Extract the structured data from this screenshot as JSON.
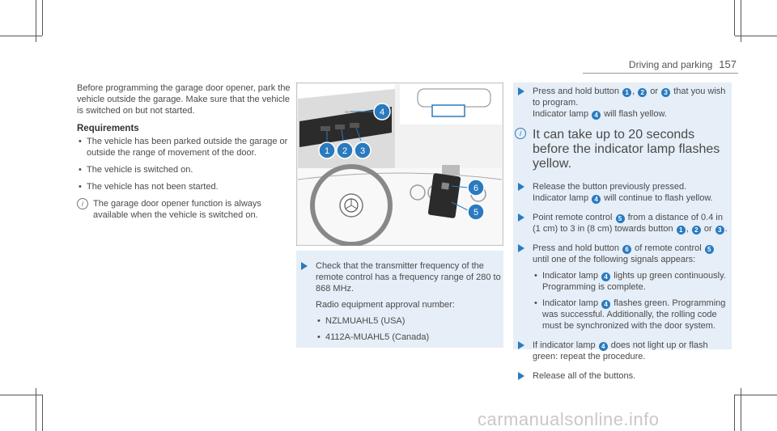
{
  "header": {
    "section": "Driving and parking",
    "page": "157"
  },
  "col1": {
    "intro": "Before programming the garage door opener, park the vehicle outside the garage. Make sure that the vehicle is switched on but not started.",
    "requirements_title": "Requirements",
    "requirements": [
      "The vehicle has been parked outside the garage or outside the range of movement of the door.",
      "The vehicle is switched on.",
      "The vehicle has not been started."
    ],
    "note": "The garage door opener function is always available when the vehicle is switched on."
  },
  "figure": {
    "callouts": [
      "1",
      "2",
      "3",
      "4",
      "5",
      "6"
    ],
    "colors": {
      "accent": "#2a7abf",
      "dark": "#2b2b2b",
      "bg": "#f2f2f2"
    }
  },
  "col2": {
    "step": "Check that the transmitter frequency of the remote control has a frequency range of 280 to 868 MHz.",
    "approval": "Radio equipment approval number:",
    "numbers": [
      "NZLMUAHL5 (USA)",
      "4112A-MUAHL5 (Canada)"
    ]
  },
  "col3": {
    "s1_a": "Press and hold button",
    "s1_sep1": ",",
    "s1_or": "or",
    "s1_b": "that you wish to program.",
    "s1_c": "Indicator lamp",
    "s1_d": "will flash yellow.",
    "tip": "It can take up to 20 seconds before the indicator lamp flashes yellow.",
    "s2": "Release the button previously pressed.",
    "s2_c": "Indicator lamp",
    "s2_d": "will continue to flash yellow.",
    "s3_a": "Point remote control",
    "s3_b": "from a distance of 0.4 in (1 cm) to 3 in (8 cm) towards button",
    "s3_sep": ",",
    "s3_or": "or",
    "s3_end": ".",
    "s4_a": "Press and hold button",
    "s4_b": "of remote control",
    "s4_c": "until one of the following signals appears:",
    "s4_i1_a": "Indicator lamp",
    "s4_i1_b": "lights up green continuously. Programming is complete.",
    "s4_i2_a": "Indicator lamp",
    "s4_i2_b": "flashes green. Programming was successful. Additionally, the rolling code must be synchronized with the door system.",
    "s5_a": "If indicator lamp",
    "s5_b": "does not light up or flash green: repeat the procedure.",
    "s6": "Release all of the buttons."
  },
  "watermark": "carmanualsonline.info"
}
